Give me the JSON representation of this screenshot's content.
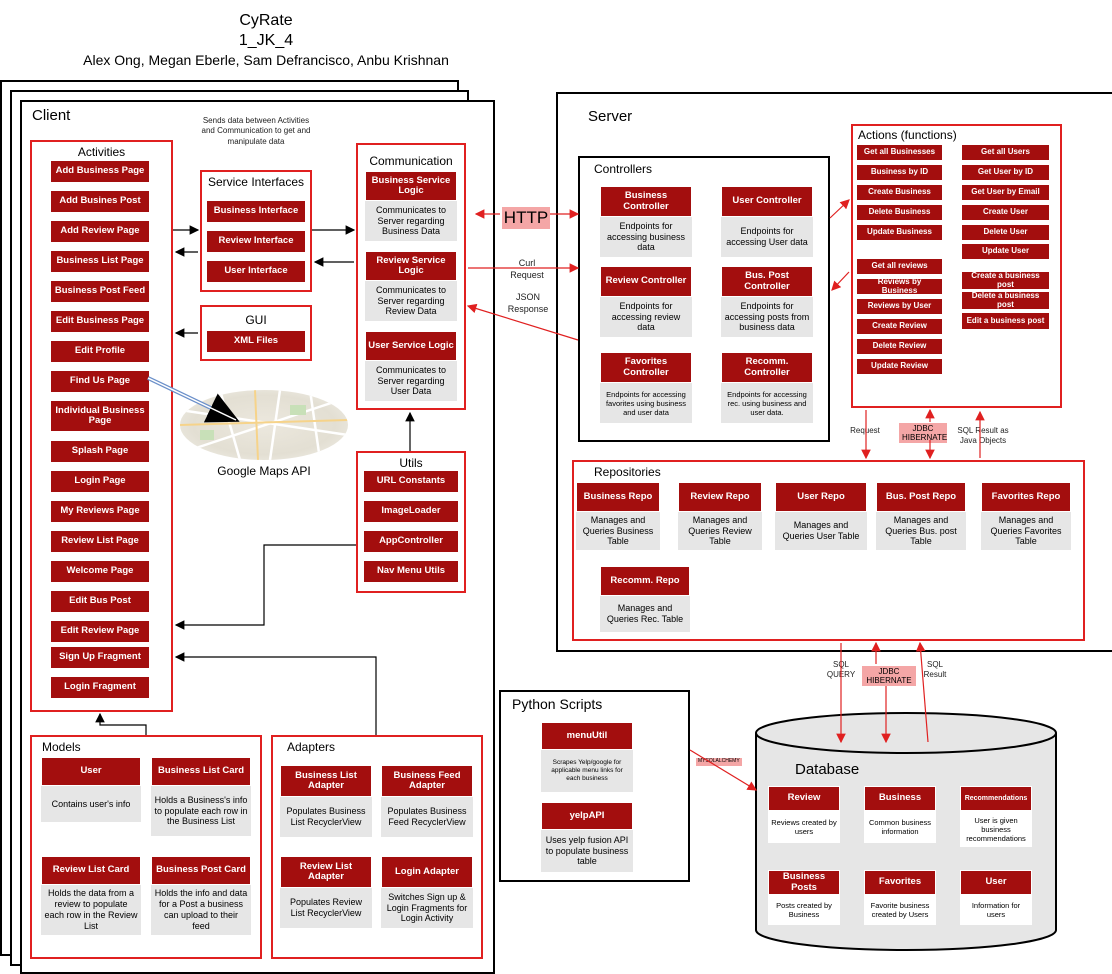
{
  "header": {
    "title": "CyRate",
    "team": "1_JK_4",
    "authors": "Alex Ong, Megan Eberle, Sam Defrancisco, Anbu Krishnan"
  },
  "client": {
    "title": "Client",
    "service_note": "Sends data between Activities and Communication to get and manipulate data",
    "activities": {
      "title": "Activities",
      "items": [
        "Add Business Page",
        "Add Busines Post",
        "Add Review Page",
        "Business List Page",
        "Business Post Feed",
        "Edit Business Page",
        "Edit Profile",
        "Find Us Page",
        "Individual Business Page",
        "Splash Page",
        "Login Page",
        "My Reviews Page",
        "Review List Page",
        "Welcome Page",
        "Edit Bus Post",
        "Edit Review Page",
        "Sign Up Fragment",
        "Login Fragment"
      ]
    },
    "service_interfaces": {
      "title": "Service Interfaces",
      "items": [
        "Business Interface",
        "Review Interface",
        "User Interface"
      ]
    },
    "gui": {
      "title": "GUI",
      "items": [
        "XML Files"
      ]
    },
    "maps_label": "Google Maps API",
    "communication": {
      "title": "Communication",
      "items": [
        {
          "name": "Business Service Logic",
          "desc": "Communicates to Server regarding Business Data"
        },
        {
          "name": "Review Service Logic",
          "desc": "Communicates to Server regarding Review Data"
        },
        {
          "name": "User Service Logic",
          "desc": "Communicates to Server regarding User Data"
        }
      ]
    },
    "utils": {
      "title": "Utils",
      "items": [
        "URL Constants",
        "ImageLoader",
        "AppController",
        "Nav Menu Utils"
      ]
    },
    "models": {
      "title": "Models",
      "items": [
        {
          "name": "User",
          "desc": "Contains user's info"
        },
        {
          "name": "Business List Card",
          "desc": "Holds a Business's info to populate each row in the Business List"
        },
        {
          "name": "Review List Card",
          "desc": "Holds the data from a review to populate each row in the Review List"
        },
        {
          "name": "Business Post Card",
          "desc": "Holds the info and data for a Post a business can upload to their feed"
        }
      ]
    },
    "adapters": {
      "title": "Adapters",
      "items": [
        {
          "name": "Business List Adapter",
          "desc": "Populates Business List RecyclerView"
        },
        {
          "name": "Business Feed Adapter",
          "desc": "Populates Business Feed RecyclerView"
        },
        {
          "name": "Review List Adapter",
          "desc": "Populates Review List RecyclerView"
        },
        {
          "name": "Login Adapter",
          "desc": "Switches Sign up & Login Fragments for Login Activity"
        }
      ]
    }
  },
  "links": {
    "http": "HTTP",
    "curl": "Curl Request",
    "json": "JSON Response"
  },
  "server": {
    "title": "Server",
    "controllers": {
      "title": "Controllers",
      "items": [
        {
          "name": "Business Controller",
          "desc": "Endpoints for accessing business data"
        },
        {
          "name": "User Controller",
          "desc": "Endpoints for accessing User data"
        },
        {
          "name": "Review Controller",
          "desc": "Endpoints for accessing review data"
        },
        {
          "name": "Bus. Post Controller",
          "desc": "Endpoints for accessing posts from business data"
        },
        {
          "name": "Favorites Controller",
          "desc": "Endpoints for accessing favorites using business and user data"
        },
        {
          "name": "Recomm. Controller",
          "desc": "Endpoints for accessing rec. using business and user data."
        }
      ]
    },
    "actions": {
      "title": "Actions (functions)",
      "business": [
        "Get all Businesses",
        "Business by ID",
        "Create Business",
        "Delete Business",
        "Update Business"
      ],
      "user": [
        "Get all Users",
        "Get User by ID",
        "Get User by Email",
        "Create User",
        "Delete User",
        "Update User"
      ],
      "review": [
        "Get all reviews",
        "Reviews by Business",
        "Reviews by User",
        "Create Review",
        "Delete Review",
        "Update Review"
      ],
      "post": [
        "Create a business post",
        "Delete a business post",
        "Edit a business post"
      ]
    },
    "request_label": "Request",
    "jdbc_label": "JDBC HIBERNATE",
    "sql_result_objects": "SQL Result as Java Objects",
    "repositories": {
      "title": "Repositories",
      "items": [
        {
          "name": "Business Repo",
          "desc": "Manages and Queries Business Table"
        },
        {
          "name": "Review Repo",
          "desc": "Manages and Queries Review Table"
        },
        {
          "name": "User Repo",
          "desc": "Manages and Queries User Table"
        },
        {
          "name": "Bus. Post Repo",
          "desc": "Manages and Queries Bus. post Table"
        },
        {
          "name": "Favorites Repo",
          "desc": "Manages and Queries Favorites Table"
        },
        {
          "name": "Recomm. Repo",
          "desc": "Manages and Queries Rec. Table"
        }
      ]
    }
  },
  "db_links": {
    "sql_query": "SQL QUERY",
    "jdbc": "JDBC HIBERNATE",
    "sql_result": "SQL Result",
    "mysql": "MYSQLALCHEMY"
  },
  "python": {
    "title": "Python Scripts",
    "items": [
      {
        "name": "menuUtil",
        "desc": "Scrapes Yelp/google for applicable menu links for each business"
      },
      {
        "name": "yelpAPI",
        "desc": "Uses yelp fusion API to populate business table"
      }
    ]
  },
  "database": {
    "title": "Database",
    "items": [
      {
        "name": "Review",
        "desc": "Reviews created by users"
      },
      {
        "name": "Business",
        "desc": "Common business information"
      },
      {
        "name": "Recommendations",
        "desc": "User is given business recommendations"
      },
      {
        "name": "Business Posts",
        "desc": "Posts created by Business"
      },
      {
        "name": "Favorites",
        "desc": "Favorite business created by Users"
      },
      {
        "name": "User",
        "desc": "Information for users"
      }
    ]
  }
}
